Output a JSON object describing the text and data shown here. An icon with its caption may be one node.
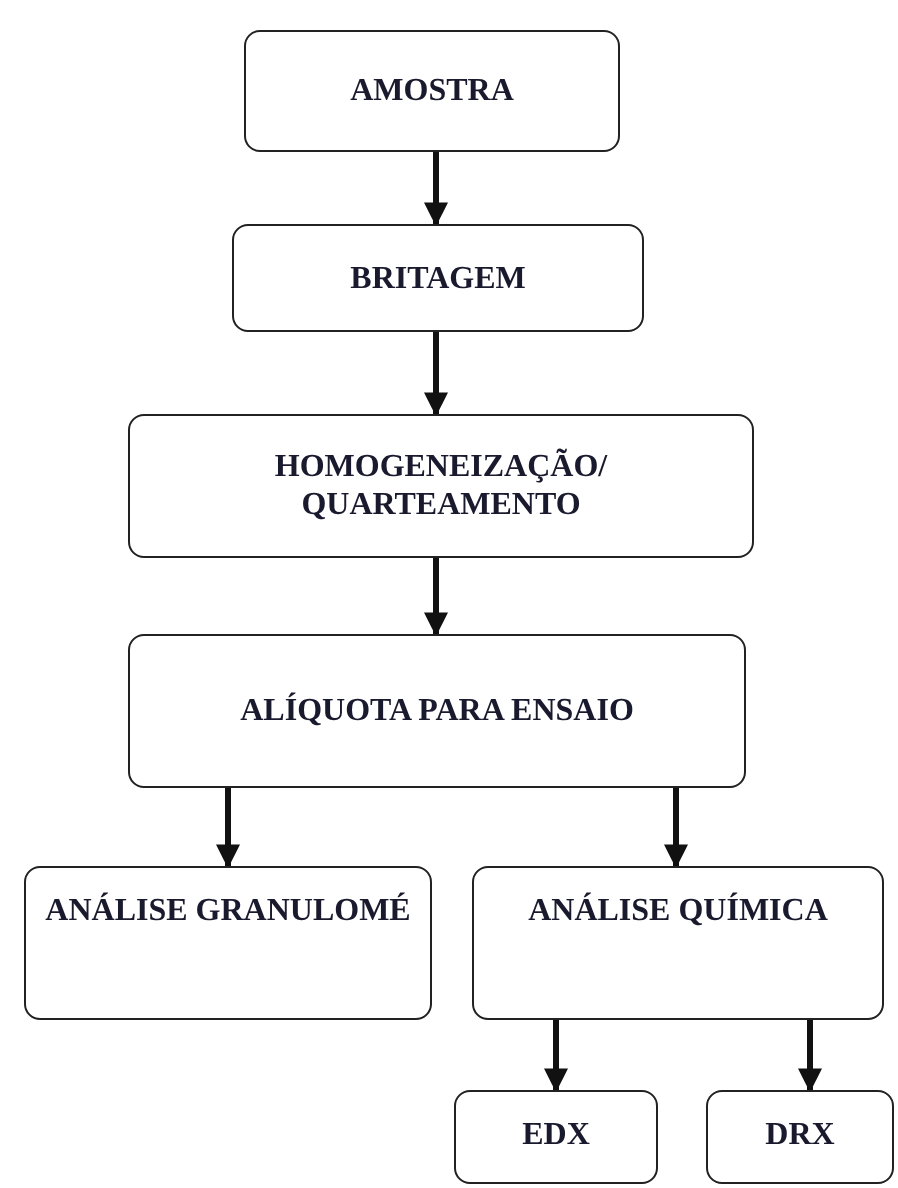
{
  "diagram": {
    "nodes": [
      {
        "text": [
          "AMOSTRA"
        ]
      },
      {
        "text": [
          "BRITAGEM"
        ]
      },
      {
        "text": [
          "HOMOGENEIZAÇÃO/ QUARTEAMENTO"
        ]
      },
      {
        "text": [
          "ALÍQUOTA PARA ENSAIO"
        ]
      },
      {
        "text": [
          "ANÁLISE GRANULOMÉ"
        ]
      },
      {
        "text": [
          "ANÁLISE QUÍMICA"
        ]
      },
      {
        "text": [
          "EDX"
        ]
      },
      {
        "text": [
          "DRX"
        ]
      }
    ],
    "edges": [
      {
        "from": 0,
        "to": 1,
        "arrow": "to"
      },
      {
        "from": 1,
        "to": 2,
        "arrow": "to"
      },
      {
        "from": 2,
        "to": 3,
        "arrow": "to"
      },
      {
        "from": 3,
        "to": 4,
        "arrow": "to"
      },
      {
        "from": 3,
        "to": 5,
        "arrow": "to"
      },
      {
        "from": 5,
        "to": 6,
        "arrow": "to"
      },
      {
        "from": 5,
        "to": 7,
        "arrow": "to"
      }
    ]
  }
}
